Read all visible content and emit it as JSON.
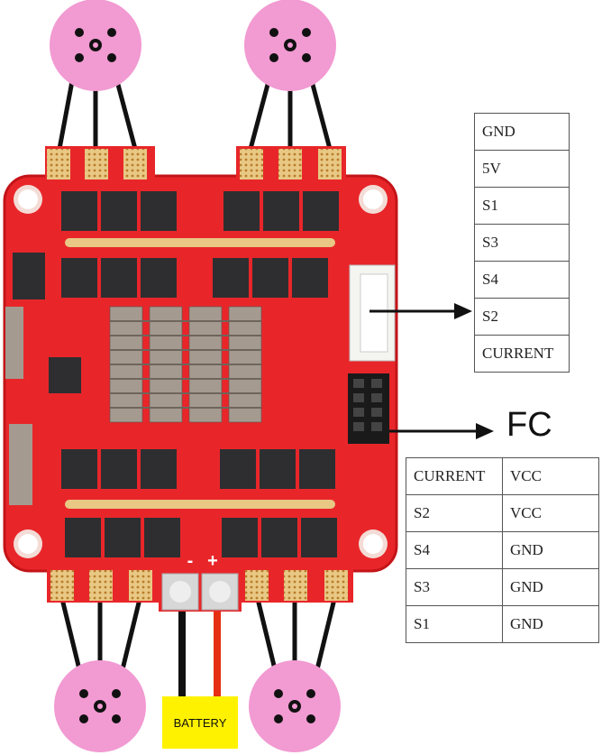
{
  "connector_table": {
    "rows": [
      "GND",
      "5V",
      "S1",
      "S3",
      "S4",
      "S2",
      "CURRENT"
    ]
  },
  "fc_label": "FC",
  "fc_table": {
    "rows": [
      [
        "CURRENT",
        "VCC"
      ],
      [
        "S2",
        "VCC"
      ],
      [
        "S4",
        "GND"
      ],
      [
        "S3",
        "GND"
      ],
      [
        "S1",
        "GND"
      ]
    ]
  },
  "battery_label": "BATTERY",
  "power_signs": {
    "minus": "-",
    "plus": "+"
  },
  "colors": {
    "board": "#e8262a",
    "board_dark": "#c41418",
    "motor": "#f29ad2",
    "mosfet": "#2e2e30",
    "pad": "#e8c884",
    "capacitor": "#8a8078",
    "battery": "#fff200",
    "wire_red": "#e52e12"
  }
}
